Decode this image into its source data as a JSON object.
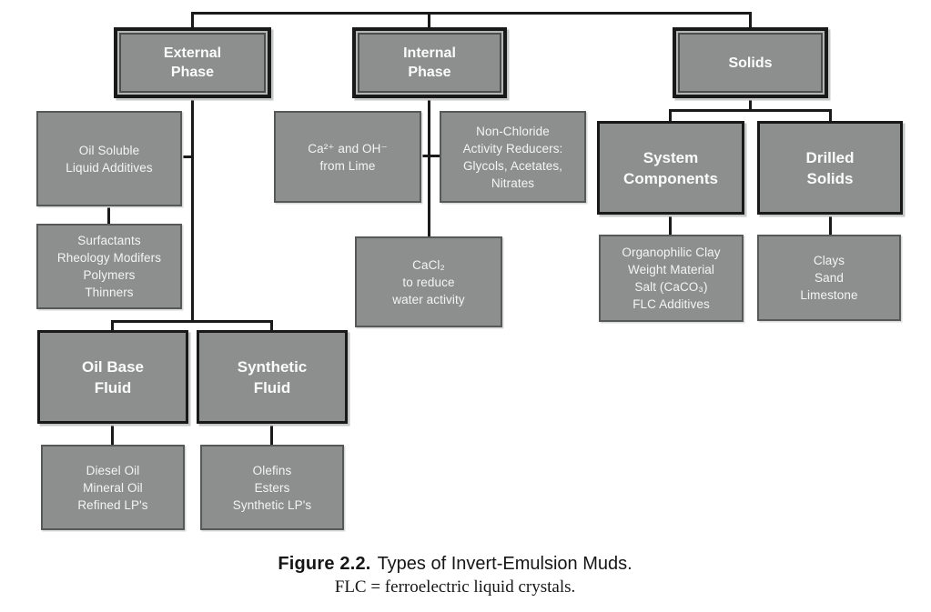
{
  "colors": {
    "background": "#ffffff",
    "box_fill": "#8d8f8f",
    "box_text": "#f3f4f4",
    "line": "#1a1a1a",
    "border_thin": "#575959",
    "border_thick": "#191919",
    "caption_text": "#161616"
  },
  "nodes": {
    "external_phase": {
      "label": "External\nPhase"
    },
    "internal_phase": {
      "label": "Internal\nPhase"
    },
    "solids": {
      "label": "Solids"
    },
    "oil_soluble": {
      "label": "Oil Soluble\nLiquid Additives"
    },
    "surfactants": {
      "label": "Surfactants\nRheology Modifers\nPolymers\nThinners"
    },
    "oil_base_fluid": {
      "label": "Oil Base\nFluid"
    },
    "synthetic_fluid": {
      "label": "Synthetic\nFluid"
    },
    "diesel": {
      "label": "Diesel Oil\nMineral Oil\nRefined LP's"
    },
    "olefins": {
      "label": "Olefins\nEsters\nSynthetic LP's"
    },
    "ca_lime": {
      "label": "Ca²⁺ and OH⁻\nfrom Lime"
    },
    "non_chloride": {
      "label": "Non-Chloride\nActivity Reducers:\nGlycols, Acetates,\nNitrates"
    },
    "cacl2": {
      "label": "CaCl₂\nto reduce\nwater activity"
    },
    "system_components": {
      "label": "System\nComponents"
    },
    "drilled_solids": {
      "label": "Drilled\nSolids"
    },
    "organophilic": {
      "label": "Organophilic Clay\nWeight Material\nSalt (CaCO₃)\nFLC Additives"
    },
    "clays": {
      "label": "Clays\nSand\nLimestone"
    }
  },
  "caption": {
    "figure_label": "Figure 2.2.",
    "title": "Types of Invert-Emulsion Muds.",
    "note": "FLC = ferroelectric liquid crystals."
  }
}
